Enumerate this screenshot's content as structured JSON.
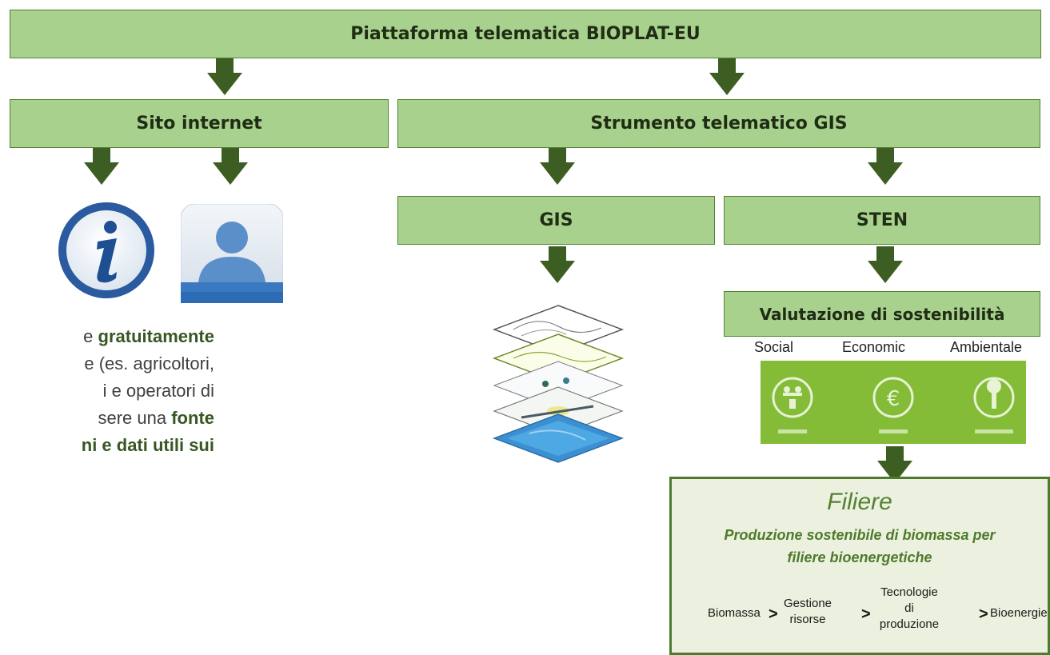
{
  "top": {
    "title": "Piattaforma telematica BIOPLAT-EU"
  },
  "level2": {
    "left": "Sito internet",
    "right": "Strumento telematico GIS"
  },
  "level3": {
    "gis": "GIS",
    "sten": "STEN"
  },
  "valutazione": {
    "title": "Valutazione di sostenibilità"
  },
  "pillars": {
    "social": "Social",
    "economic": "Economic",
    "environmental": "Ambientale"
  },
  "icons": [
    "info-icon",
    "user-profile-icon",
    "gis-layers-icon",
    "sustainability-pillars-icon"
  ],
  "paragraph": {
    "l1a": "e ",
    "l1b": "gratuitamente",
    "l2": "e (es. agricoltori,",
    "l3": "i e operatori di",
    "l4a": "sere una ",
    "l4b": "fonte",
    "l5": "ni e dati utili sui"
  },
  "filiere": {
    "title": "Filiere",
    "subtitle_1": "Produzione sostenibile di biomassa per",
    "subtitle_2": "filiere bioenergetiche",
    "steps": [
      "Biomassa",
      "Gestione risorse",
      "Tecnologie di produzione",
      "Bioenergie"
    ],
    "step2_l1": "Gestione",
    "step2_l2": "risorse",
    "step3_l1": "Tecnologie",
    "step3_l2": "di",
    "step3_l3": "produzione",
    "separator": ">"
  },
  "colors": {
    "box_fill": "#a9d18e",
    "box_border": "#548235",
    "arrow": "#3d5e23",
    "filiere_bg": "#ebf1de",
    "pillar_bg": "#8cc13f"
  }
}
